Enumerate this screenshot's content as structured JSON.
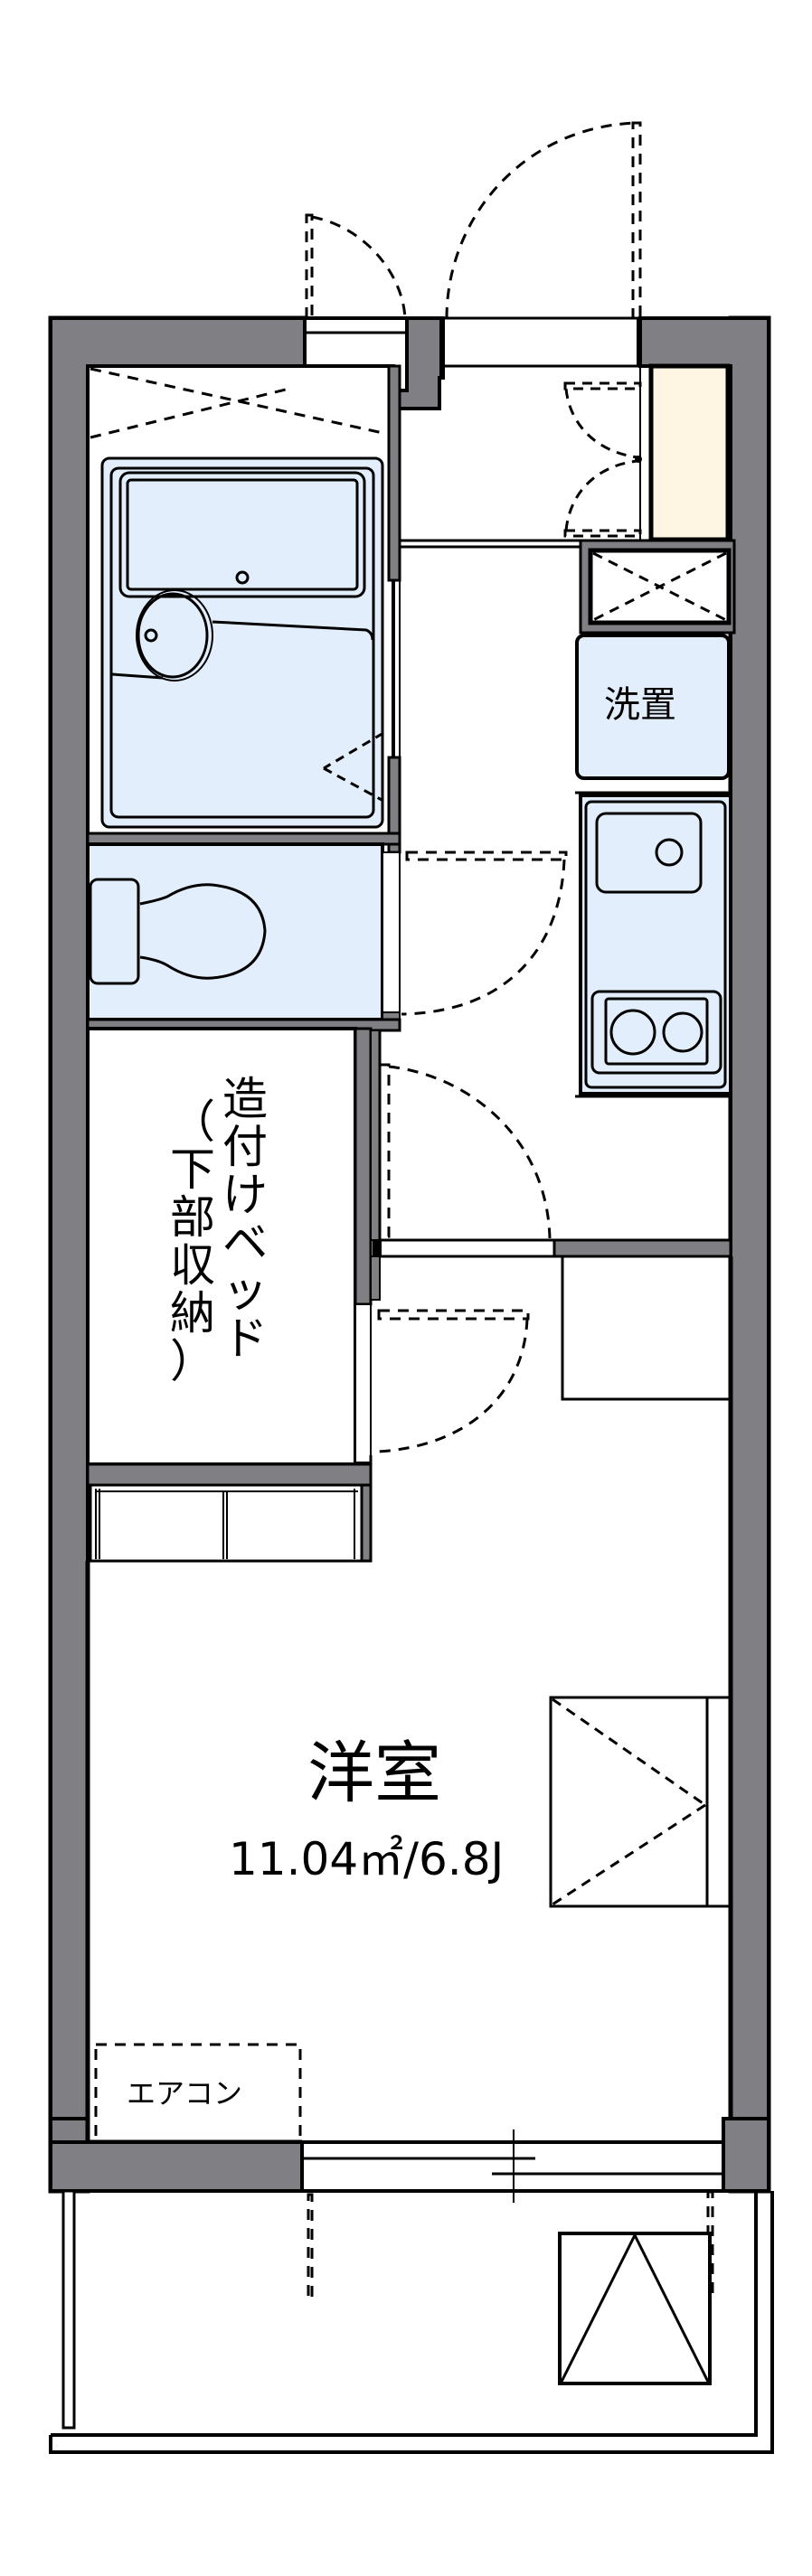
{
  "floorplan": {
    "colors": {
      "wall": "#808084",
      "fixture": "#E3EEFC",
      "shoe_cabinet": "#FFF5E2",
      "line": "#000000",
      "background": "#FFFFFF"
    },
    "rooms": {
      "western_room": {
        "name": "洋室",
        "area": "11.04㎡/6.8J"
      },
      "built_in_bed": {
        "label_col1": [
          "造",
          "付",
          "け",
          "ベ",
          "ッ",
          "ド"
        ],
        "label_col2": [
          "（",
          "下",
          "部",
          "収",
          "納",
          "）"
        ]
      },
      "washer_space": {
        "label": "洗置"
      },
      "air_conditioner": {
        "label": "エアコン"
      }
    }
  }
}
